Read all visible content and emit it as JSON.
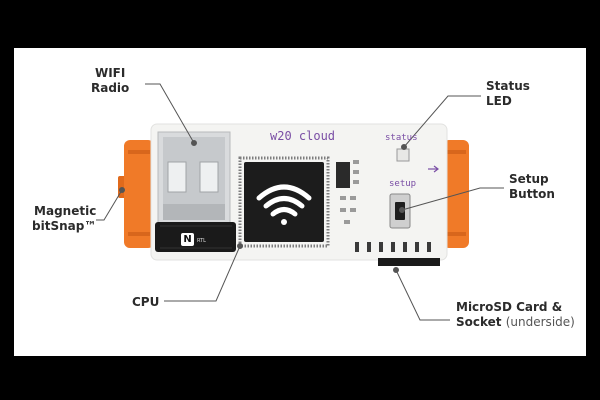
{
  "board": {
    "title": "w20 cloud",
    "status_silk": "status",
    "setup_silk": "setup",
    "nfc_mark": "N",
    "nfc_sub": "RTL"
  },
  "labels": {
    "wifi_line1": "WIFI",
    "wifi_line2": "Radio",
    "status_line1": "Status",
    "status_line2": "LED",
    "setup_line1": "Setup",
    "setup_line2": "Button",
    "magnetic_line1": "Magnetic",
    "magnetic_line2": "bitSnap™",
    "cpu": "CPU",
    "microsd_line1": "MicroSD Card &",
    "microsd_line2_main": "Socket",
    "microsd_line2_sub": "(underside)"
  },
  "icons": {
    "cpu_chip": "wifi-icon",
    "arrow": "arrow-right-icon"
  },
  "colors": {
    "connector_orange": "#f07a28",
    "board_white": "#f4f4f2",
    "silkscreen_purple": "#7a4ea5",
    "chip_black": "#1c1c1c",
    "leader_line": "#555555"
  }
}
